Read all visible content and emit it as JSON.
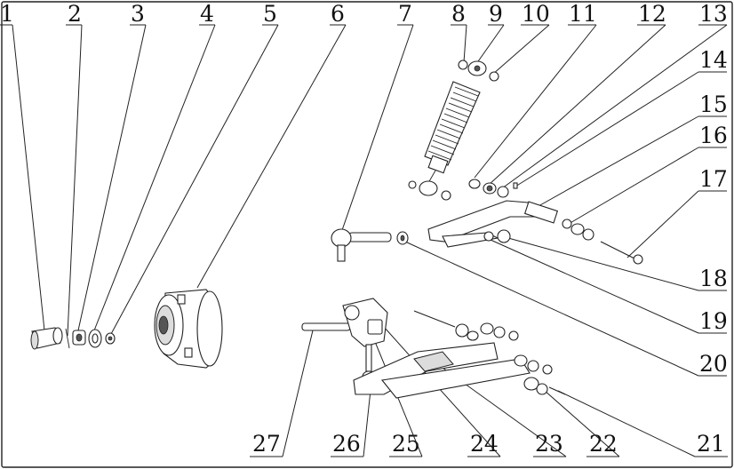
{
  "diagram": {
    "callouts": [
      {
        "number": "1"
      },
      {
        "number": "2"
      },
      {
        "number": "3"
      },
      {
        "number": "4"
      },
      {
        "number": "5"
      },
      {
        "number": "6"
      },
      {
        "number": "7"
      },
      {
        "number": "8"
      },
      {
        "number": "9"
      },
      {
        "number": "10"
      },
      {
        "number": "11"
      },
      {
        "number": "12"
      },
      {
        "number": "13"
      },
      {
        "number": "14"
      },
      {
        "number": "15"
      },
      {
        "number": "16"
      },
      {
        "number": "17"
      },
      {
        "number": "18"
      },
      {
        "number": "19"
      },
      {
        "number": "20"
      },
      {
        "number": "21"
      },
      {
        "number": "22"
      },
      {
        "number": "23"
      },
      {
        "number": "24"
      },
      {
        "number": "25"
      },
      {
        "number": "26"
      },
      {
        "number": "27"
      }
    ],
    "parts": [
      "hub-cap-icon",
      "cotter-pin-icon",
      "castle-nut-icon",
      "washer-icon",
      "small-washer-icon",
      "brake-drum-hub-icon",
      "tie-rod-end-icon",
      "shock-absorber-icon",
      "upper-a-arm-icon",
      "lower-a-arm-icon",
      "steering-knuckle-icon",
      "bolt-icon"
    ]
  }
}
